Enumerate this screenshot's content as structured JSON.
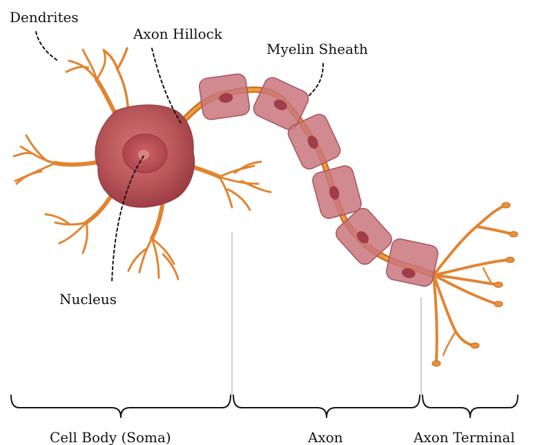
{
  "labels": {
    "dendrites": "Dendrites",
    "axon_hillock": "Axon Hillock",
    "myelin_sheath": "Myelin Sheath",
    "nucleus": "Nucleus",
    "cell_body": "Cell Body (Soma)",
    "axon": "Axon",
    "axon_terminal": "Axon Terminal"
  },
  "colors": {
    "soma_fill": "#b24a4f",
    "soma_light": "#cd6e70",
    "nucleus_fill": "#c4555a",
    "nucleolus": "#d98586",
    "dendrite": "#e2832f",
    "dendrite_dark": "#c4661c",
    "axon": "#e8913a",
    "myelin_fill": "#c9777c",
    "myelin_stroke": "#a85058",
    "myelin_nucleus": "#a13d48",
    "leader": "#111111",
    "divider": "#cfcfcf",
    "brace": "#111111"
  }
}
